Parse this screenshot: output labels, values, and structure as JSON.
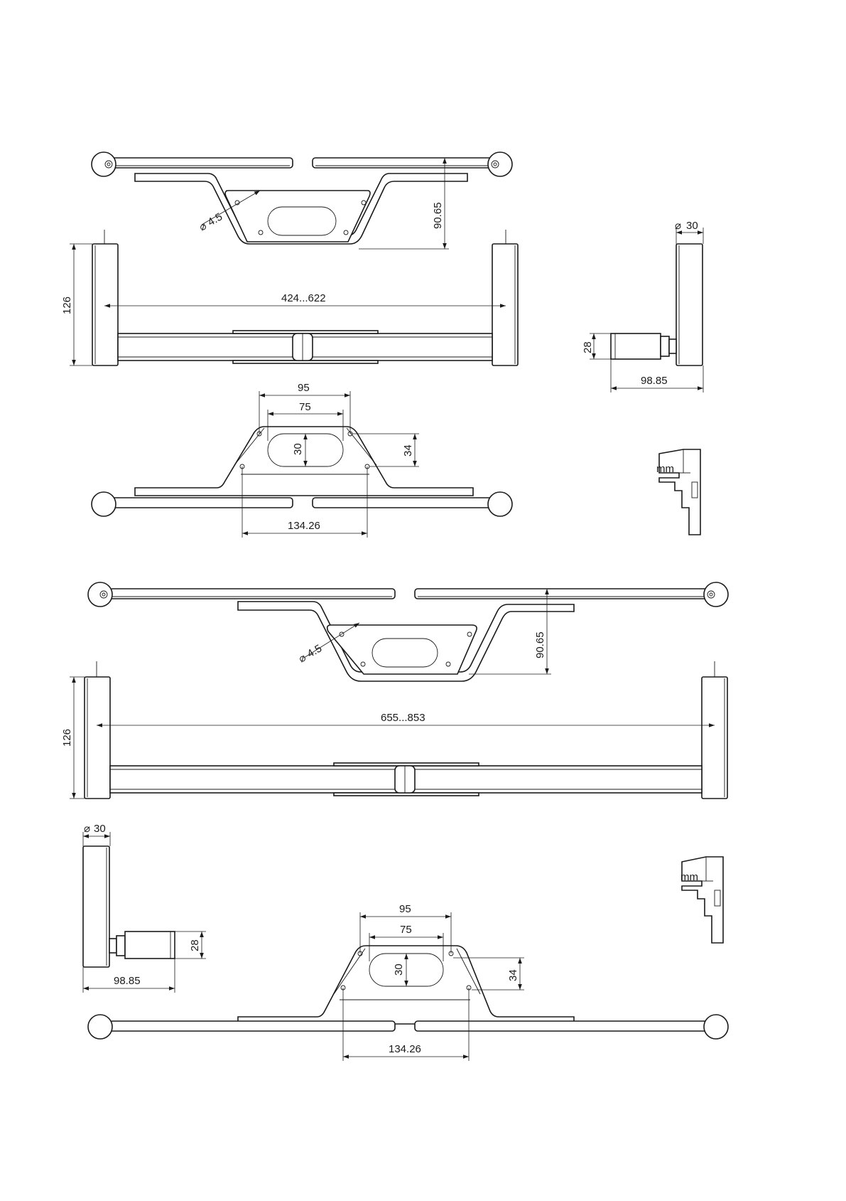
{
  "drawing": {
    "set_a": {
      "top_view": {
        "hole_dia": "4.5",
        "depth": "90.65"
      },
      "front_view": {
        "height": "126",
        "width_range": "424...622"
      },
      "side_view": {
        "tube_dia": "30",
        "mount_height": "28",
        "projection": "98.85"
      },
      "bracket_view": {
        "outer_spacing": "95",
        "slot_length": "75",
        "slot_width": "30",
        "hole_vertical": "34",
        "base_width": "134.26"
      },
      "unit_icon": {
        "label": "mm"
      }
    },
    "set_b": {
      "top_view": {
        "hole_dia": "4.5",
        "depth": "90.65"
      },
      "front_view": {
        "height": "126",
        "width_range": "655...853"
      },
      "side_view": {
        "tube_dia": "30",
        "mount_height": "28",
        "projection": "98.85"
      },
      "bracket_view": {
        "outer_spacing": "95",
        "slot_length": "75",
        "slot_width": "30",
        "hole_vertical": "34",
        "base_width": "134.26"
      },
      "unit_icon": {
        "label": "mm"
      }
    },
    "diameter_symbol": "⌀",
    "colors": {
      "line": "#1a1a1a",
      "background": "#ffffff"
    }
  }
}
